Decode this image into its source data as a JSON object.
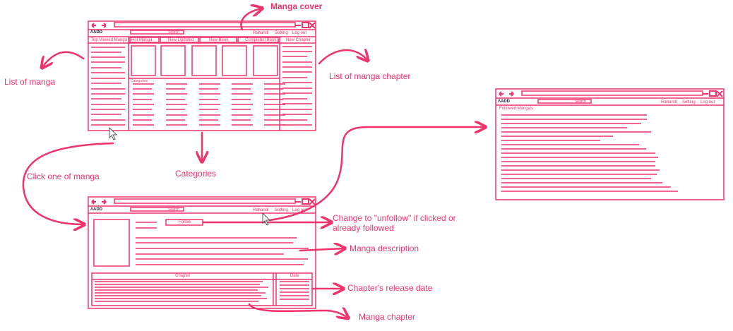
{
  "annotations": {
    "manga_cover": "Manga cover",
    "list_of_manga": "List of manga",
    "list_of_manga_chapter": "List of manga chapter",
    "click_one_of_manga": "Click one of manga",
    "categories": "Categories",
    "change_to_unfollow_line1": "Change to \"unfollow\" if clicked or",
    "change_to_unfollow_line2": "already followed",
    "manga_description": "Manga description",
    "chapters_release_date": "Chapter's release date",
    "manga_chapter": "Manga chapter"
  },
  "home": {
    "logo": "ΛADD",
    "search_button": "Search",
    "user": "Rahandi",
    "setting": "Setting",
    "logout": "Log out",
    "top_viewed": "Top Viewed Manga",
    "tabs": [
      "Hot Manga",
      "New Updated",
      "New Book",
      "Completed Book"
    ],
    "new_chapter": "New Chapter",
    "categories_label": "Categories"
  },
  "detail": {
    "logo": "ΛADD",
    "search_button": "Search",
    "user": "Rahandi",
    "setting": "Setting",
    "logout": "Log out",
    "follow_button": "Follow",
    "chapter_header": "Chapter",
    "date_header": "Date"
  },
  "followed": {
    "logo": "ΛADD",
    "search_button": "Search",
    "user": "Rahandi",
    "setting": "Setting",
    "logout": "Log out",
    "title": "Followed Manga's"
  },
  "colors": {
    "accent": "#f0336a",
    "ink": "#1b1b3a"
  }
}
